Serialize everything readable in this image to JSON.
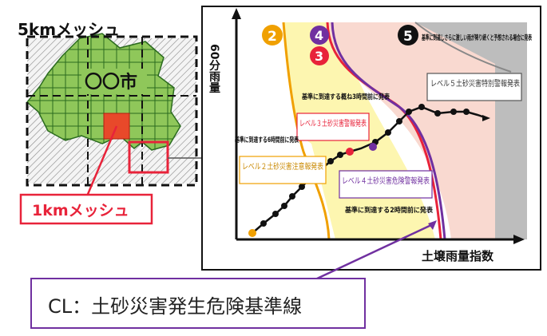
{
  "mesh": {
    "title_5km": "5kmメッシュ",
    "city_label": "〇〇市",
    "label_1km": "1kmメッシュ"
  },
  "graph": {
    "y_axis_label": "60分雨量",
    "x_axis_label": "土壌雨量指数",
    "levels": [
      {
        "number": "2",
        "color": "#f0a000",
        "name": "レベル２土砂災害注意報発表",
        "timing": "基準に到達する6時間前に発表"
      },
      {
        "number": "3",
        "color": "#e8233a",
        "name": "レベル３土砂災害警報発表",
        "timing": "基準に到達する概ね3時間前に発表"
      },
      {
        "number": "4",
        "color": "#7030a0",
        "name": "レベル４土砂災害危険警報発表",
        "timing": "基準に到達する2時間前に発表"
      },
      {
        "number": "5",
        "color": "#222222",
        "name": "レベル５土砂災害特別警報発表",
        "timing": "基準に到達しさらに激しい雨が降り続くと予想される場合に発表"
      }
    ],
    "zone_colors": {
      "yellow": "#fdf6b0",
      "pink": "#f9d9d0",
      "gray": "#bdbdbd"
    }
  },
  "caption": {
    "text": "CL：土砂災害発生危険基準線",
    "border_color": "#7030a0"
  }
}
